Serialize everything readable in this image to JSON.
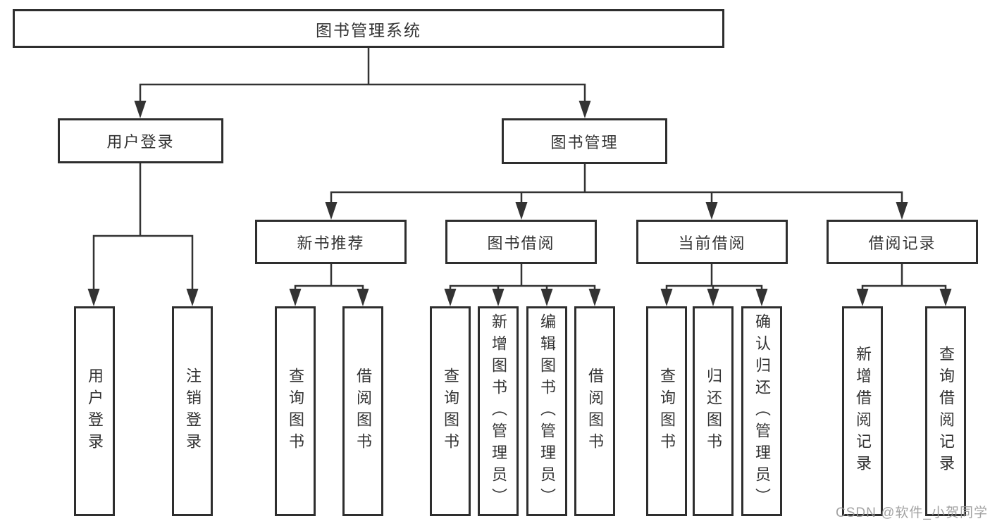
{
  "diagram": {
    "root": {
      "label": "图书管理系统",
      "children": [
        {
          "label": "用户登录",
          "children": [
            {
              "label": "用户登录"
            },
            {
              "label": "注销登录"
            }
          ]
        },
        {
          "label": "图书管理",
          "children": [
            {
              "label": "新书推荐",
              "children": [
                {
                  "label": "查询图书"
                },
                {
                  "label": "借阅图书"
                }
              ]
            },
            {
              "label": "图书借阅",
              "children": [
                {
                  "label": "查询图书"
                },
                {
                  "label": "新增图书（管理员）"
                },
                {
                  "label": "编辑图书（管理员）"
                },
                {
                  "label": "借阅图书"
                }
              ]
            },
            {
              "label": "当前借阅",
              "children": [
                {
                  "label": "查询图书"
                },
                {
                  "label": "归还图书"
                },
                {
                  "label": "确认归还（管理员）"
                }
              ]
            },
            {
              "label": "借阅记录",
              "children": [
                {
                  "label": "新增借阅记录"
                },
                {
                  "label": "查询借阅记录"
                }
              ]
            }
          ]
        }
      ]
    }
  },
  "watermark": {
    "text": "CSDN @软件_小贺同学"
  },
  "colors": {
    "line": "#333333",
    "box_border": "#2e2e2e",
    "text": "#333333",
    "watermark": "#969696",
    "background": "#ffffff"
  }
}
